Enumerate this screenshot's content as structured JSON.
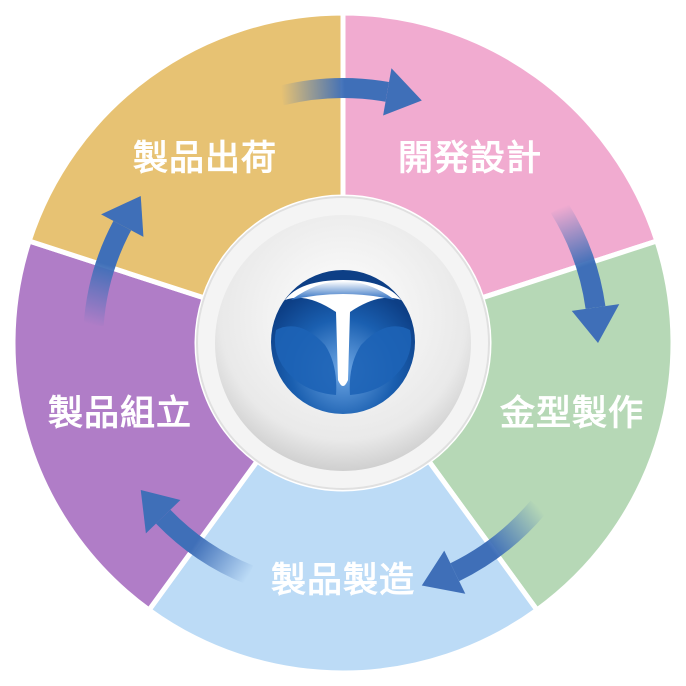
{
  "diagram": {
    "type": "cycle",
    "steps": [
      {
        "label": "開発設計",
        "color": "#f1abd0"
      },
      {
        "label": "金型製作",
        "color": "#b6d8b6"
      },
      {
        "label": "製品製造",
        "color": "#bcdbf6"
      },
      {
        "label": "製品組立",
        "color": "#b07dc7"
      },
      {
        "label": "製品出荷",
        "color": "#e7c273"
      }
    ],
    "arrow_color": "#3f6fb8",
    "logo_color": "#1557a8"
  }
}
